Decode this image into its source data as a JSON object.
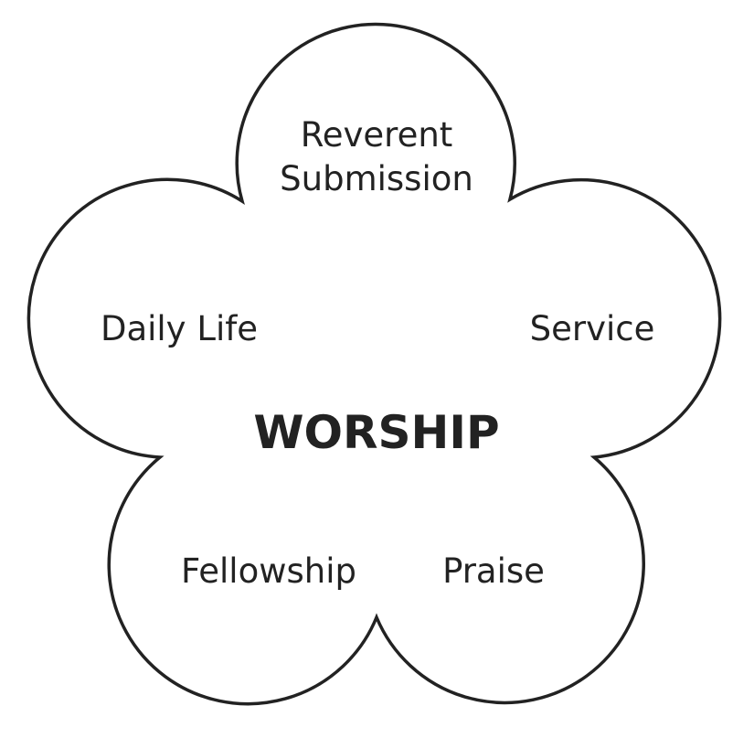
{
  "diagram": {
    "center": "WORSHIP",
    "petals": [
      {
        "line1": "Reverent",
        "line2": "Submission"
      },
      {
        "line1": "Service"
      },
      {
        "line1": "Praise"
      },
      {
        "line1": "Fellowship"
      },
      {
        "line1": "Daily Life"
      }
    ],
    "stroke_color": "#222222"
  }
}
